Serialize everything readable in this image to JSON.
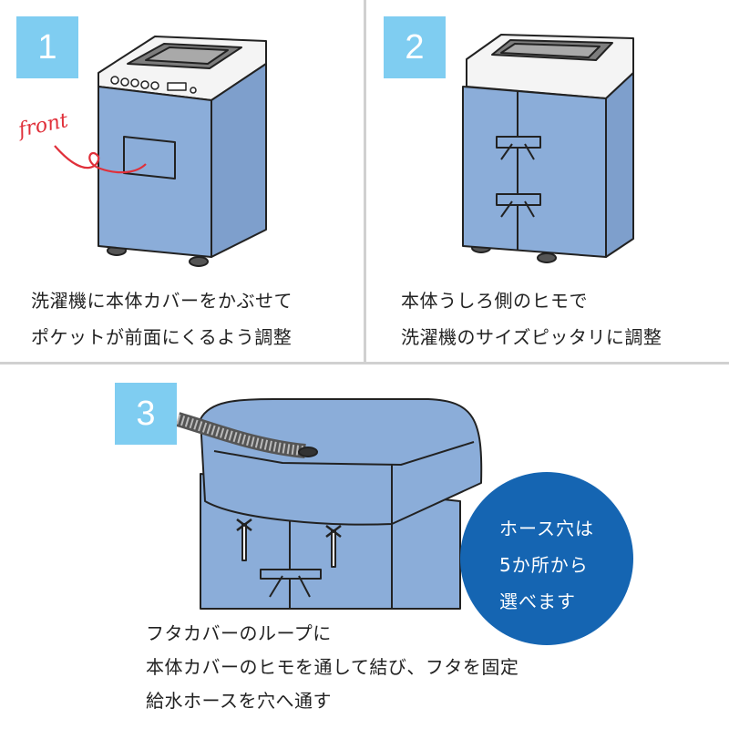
{
  "steps": [
    {
      "number": "1",
      "handwritten_label": "front",
      "lines": [
        "洗濯機に本体カバーをかぶせて",
        "ポケットが前面にくるよう調整"
      ]
    },
    {
      "number": "2",
      "lines": [
        "本体うしろ側のヒモで",
        "洗濯機のサイズピッタリに調整"
      ]
    },
    {
      "number": "3",
      "lines": [
        "フタカバーのループに",
        "本体カバーのヒモを通して結び、フタを固定",
        "給水ホースを穴へ通す"
      ]
    }
  ],
  "callout": {
    "lines": [
      "ホース穴は",
      "5か所から",
      "選べます"
    ]
  },
  "colors": {
    "badge": "#7fcdf1",
    "cover": "#8badd9",
    "callout": "#1565b2",
    "handwriting": "#e0303a",
    "divider": "#d0d0d0"
  }
}
